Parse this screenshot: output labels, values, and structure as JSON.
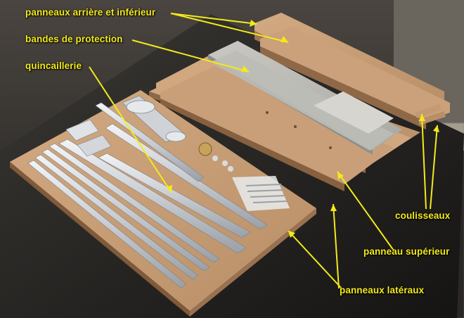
{
  "annotation_color": "#f3ea1a",
  "labels": {
    "back_bottom_panels": "panneaux arrière et inférieur",
    "protection_strips": "bandes de protection",
    "hardware": "quincaillerie",
    "slides": "coulisseaux",
    "top_panel": "panneau supérieur",
    "side_panels": "panneaux latéraux"
  }
}
